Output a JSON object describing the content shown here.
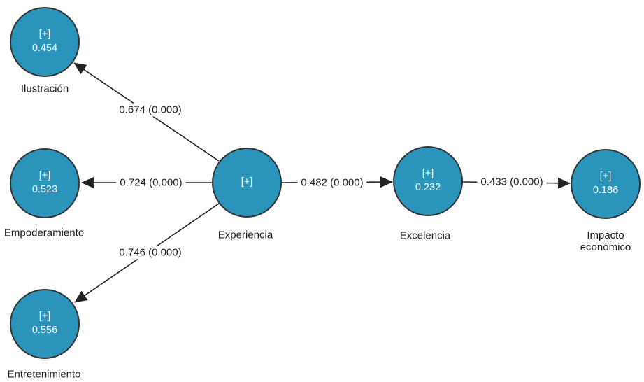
{
  "colors": {
    "background": "#FFFFFF",
    "node_fill": "#2A94BA",
    "node_stroke": "#333333",
    "edge_color": "#222222",
    "label_color": "#1D1D1D",
    "node_text": "#FFFFFF"
  },
  "nodes": [
    {
      "id": "ilustracion",
      "indicator": "[+]",
      "value": "0.454",
      "label": "Ilustración"
    },
    {
      "id": "empoderamiento",
      "indicator": "[+]",
      "value": "0.523",
      "label": "Empoderamiento"
    },
    {
      "id": "entretenimiento",
      "indicator": "[+]",
      "value": "0.556",
      "label": "Entretenimiento"
    },
    {
      "id": "experiencia",
      "indicator": "[+]",
      "value": "",
      "label": "Experiencia"
    },
    {
      "id": "excelencia",
      "indicator": "[+]",
      "value": "0.232",
      "label": "Excelencia"
    },
    {
      "id": "impacto_economico",
      "indicator": "[+]",
      "value": "0.186",
      "label": "Impacto económico"
    }
  ],
  "edges": [
    {
      "from": "Experiencia",
      "to": "Ilustración",
      "label": "0.674 (0.000)"
    },
    {
      "from": "Experiencia",
      "to": "Empoderamiento",
      "label": "0.724 (0.000)"
    },
    {
      "from": "Experiencia",
      "to": "Entretenimiento",
      "label": "0.746 (0.000)"
    },
    {
      "from": "Experiencia",
      "to": "Excelencia",
      "label": "0.482 (0.000)"
    },
    {
      "from": "Excelencia",
      "to": "Impacto económico",
      "label": "0.433 (0.000)"
    }
  ]
}
